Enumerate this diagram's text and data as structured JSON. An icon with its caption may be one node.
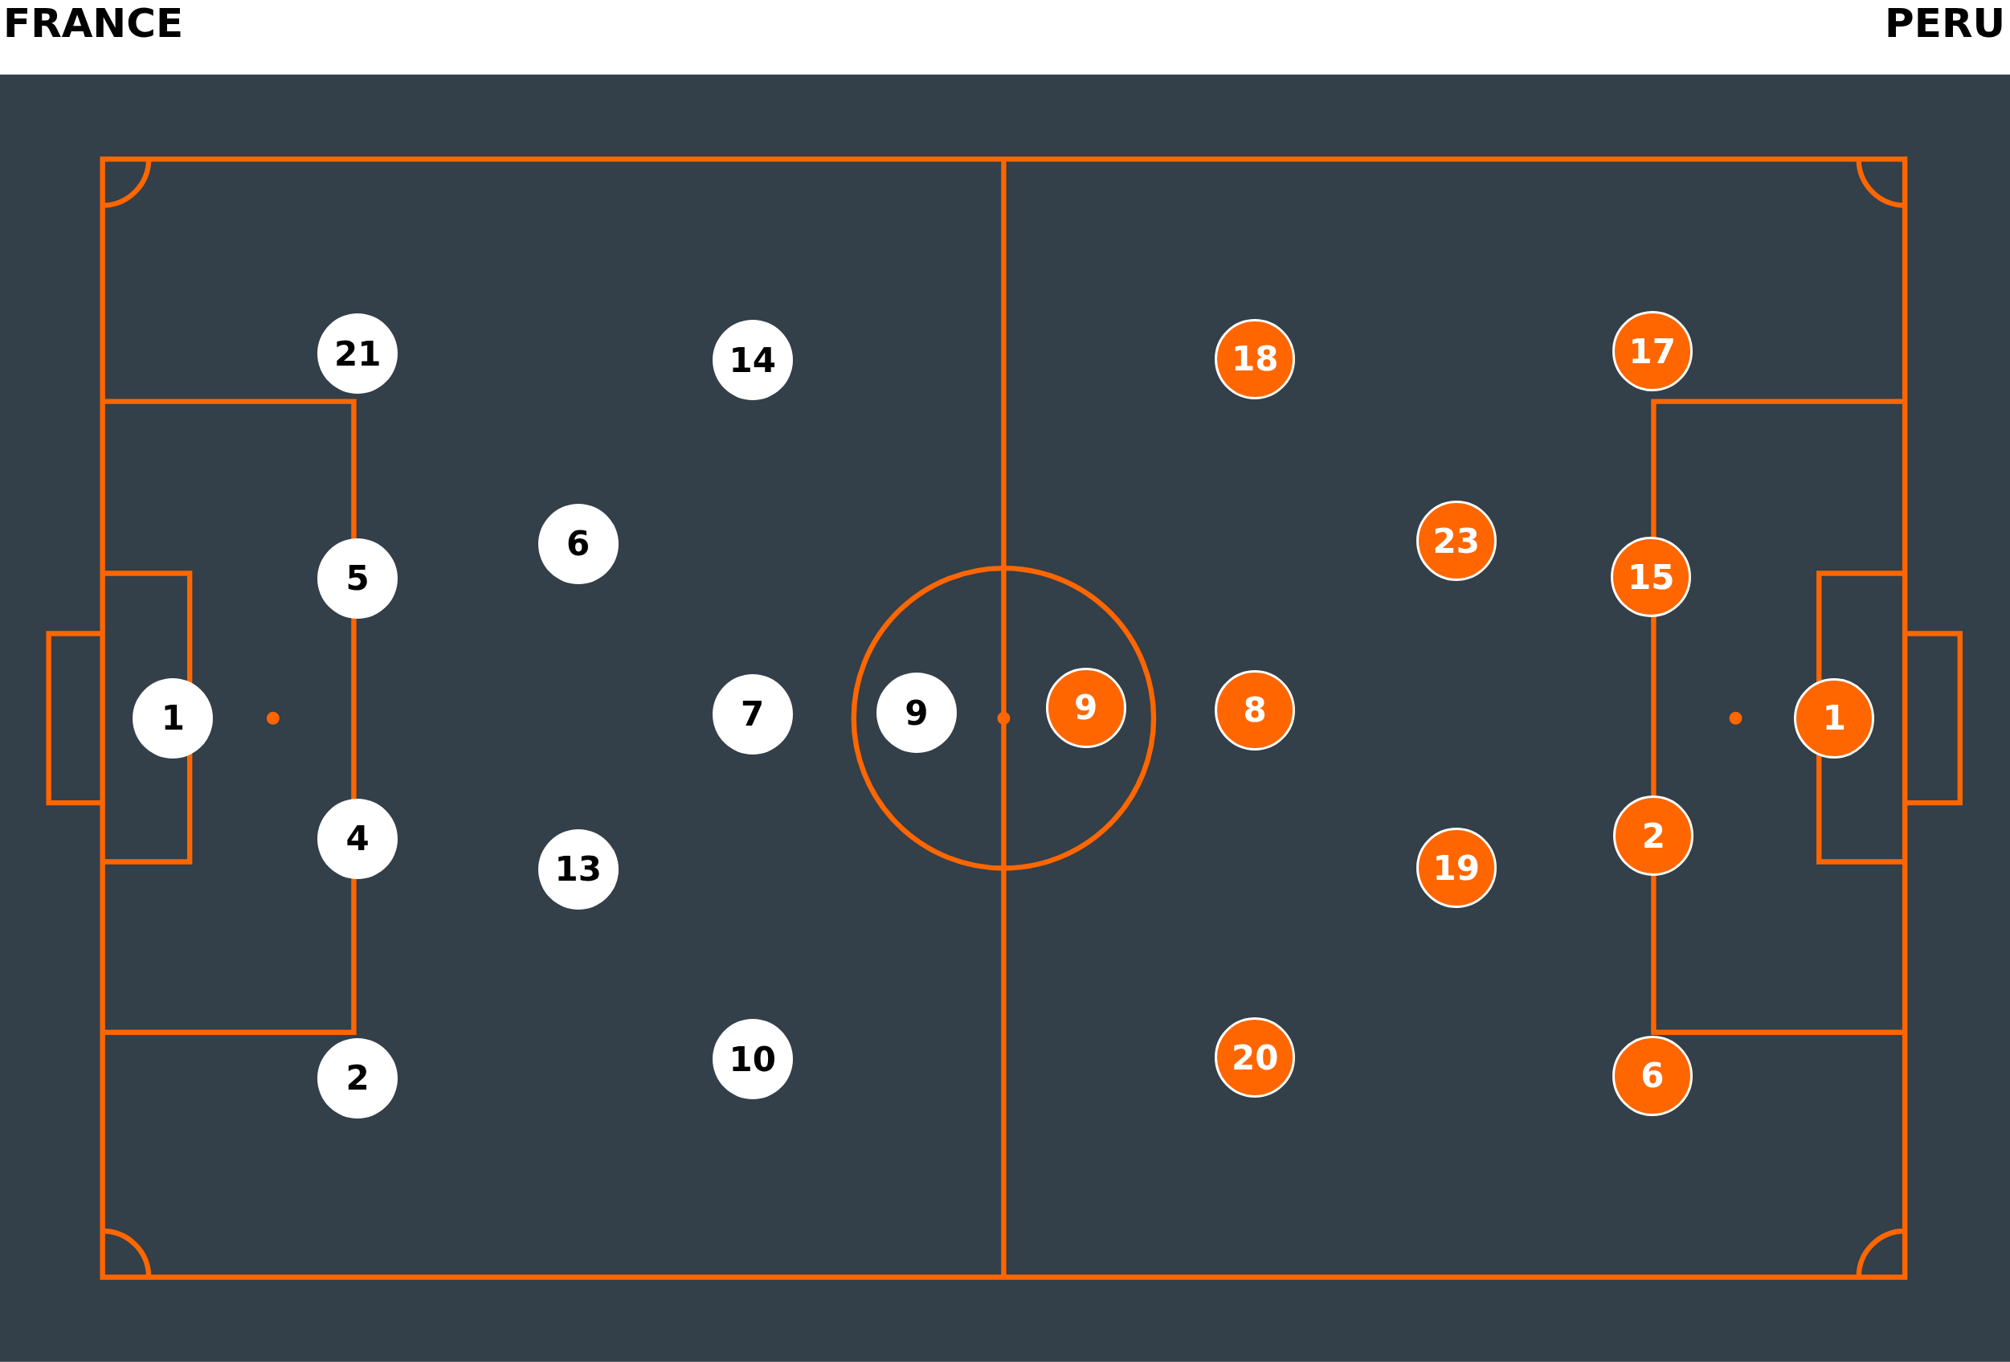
{
  "diagram": {
    "nodes": [
      {
        "text": [
          "1"
        ]
      },
      {
        "text": [
          "21"
        ]
      },
      {
        "text": [
          "5"
        ]
      },
      {
        "text": [
          "4"
        ]
      },
      {
        "text": [
          "2"
        ]
      },
      {
        "text": [
          "6"
        ]
      },
      {
        "text": [
          "13"
        ]
      },
      {
        "text": [
          "14"
        ]
      },
      {
        "text": [
          "7"
        ]
      },
      {
        "text": [
          "10"
        ]
      },
      {
        "text": [
          "9"
        ]
      },
      {
        "text": [
          "9"
        ]
      },
      {
        "text": [
          "18"
        ]
      },
      {
        "text": [
          "8"
        ]
      },
      {
        "text": [
          "20"
        ]
      },
      {
        "text": [
          "23"
        ]
      },
      {
        "text": [
          "19"
        ]
      },
      {
        "text": [
          "17"
        ]
      },
      {
        "text": [
          "15"
        ]
      },
      {
        "text": [
          "2"
        ]
      },
      {
        "text": [
          "6"
        ]
      },
      {
        "text": [
          "1"
        ]
      }
    ],
    "edges": [],
    "labels": [
      "FRANCE",
      "PERU"
    ]
  }
}
